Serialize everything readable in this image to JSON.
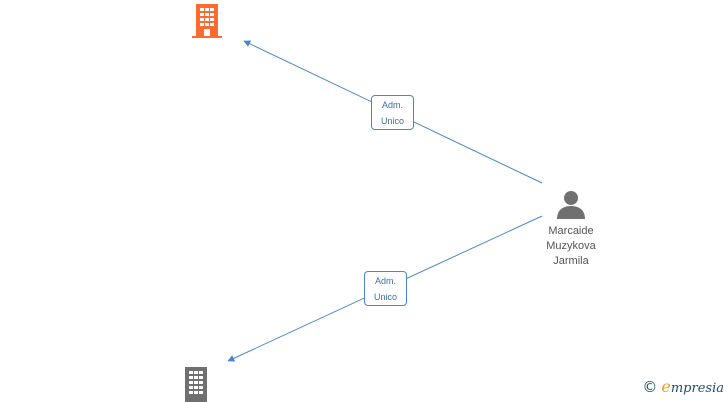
{
  "nodes": {
    "company_top": {
      "icon": "building-icon",
      "color": "#ff6a2f"
    },
    "company_bottom": {
      "icon": "building-icon",
      "color": "#707070"
    },
    "person": {
      "icon": "person-icon",
      "color": "#707070",
      "name_lines": [
        "Marcaide",
        "Muzykova",
        "Jarmila"
      ]
    }
  },
  "edges": [
    {
      "from": "person",
      "to": "company_top",
      "label_lines": [
        "Adm.",
        "Unico"
      ]
    },
    {
      "from": "person",
      "to": "company_bottom",
      "label_lines": [
        "Adm.",
        "Unico"
      ]
    }
  ],
  "edge_color": "#4a86c8",
  "brand": {
    "copyright_symbol": "©",
    "initial": "e",
    "rest": "mpresia"
  }
}
